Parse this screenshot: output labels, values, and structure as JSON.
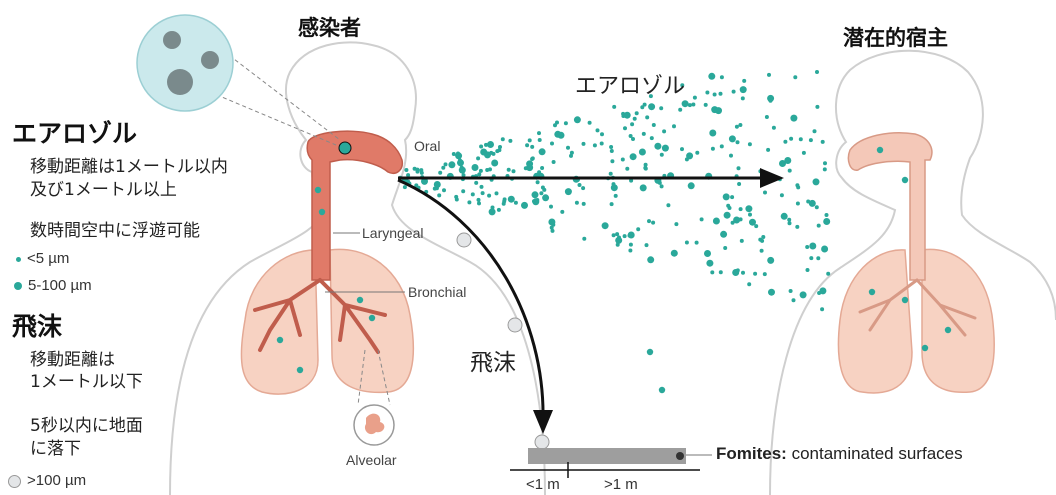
{
  "titles": {
    "infected": "感染者",
    "host": "潜在的宿主"
  },
  "aerosol_arrow_label": "エアロゾル",
  "droplet_arrow_label": "飛沫",
  "aerosol_legend": {
    "heading": "エアロゾル",
    "line1": "移動距離は1メートル以内",
    "line2": "及び1メートル以上",
    "line3": "数時間空中に浮遊可能",
    "small_size": "<5 µm",
    "medium_size": "5-100 µm"
  },
  "droplet_legend": {
    "heading": "飛沫",
    "line1": "移動距離は",
    "line2": "1メートル以下",
    "line3": "5秒以内に地面",
    "line4": "に落下",
    "large_size": ">100 µm"
  },
  "anatomy_labels": {
    "oral": "Oral",
    "laryngeal": "Laryngeal",
    "bronchial": "Bronchial",
    "alveolar": "Alveolar"
  },
  "fomites": {
    "bold": "Fomites:",
    "rest": " contaminated surfaces"
  },
  "distance": {
    "less": "<1 m",
    "more": ">1 m"
  },
  "colors": {
    "teal": "#2aa89a",
    "airway": "#e07a68",
    "tissue": "#f7d2c2",
    "outline": "#c9c9c9",
    "arrow": "#111111",
    "surface": "#9e9e9e",
    "droplet": "#e4e6e8"
  }
}
